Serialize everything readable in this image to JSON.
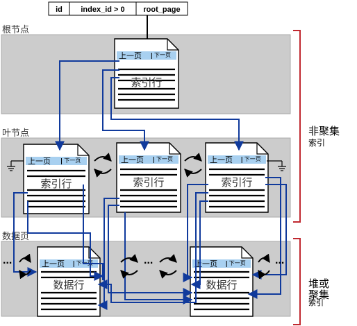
{
  "table_header": {
    "col1": "id",
    "col2": "index_id > 0",
    "col3": "root_page"
  },
  "levels": {
    "root": "根节点",
    "leaf": "叶节点",
    "data": "数据页"
  },
  "page_header": {
    "prev": "上一页",
    "next": "下一页"
  },
  "page_body": {
    "index_row": "索引行",
    "data_row": "数据行"
  },
  "ellipsis": "...",
  "brackets": {
    "nonclustered": [
      "非聚集",
      "索引"
    ],
    "heap": [
      "堆或",
      "聚集",
      "索引"
    ]
  },
  "colors": {
    "band": "#cccccc",
    "header": "#a8d0f0",
    "arrow": "#103a9c",
    "bracket": "#c0282f"
  }
}
